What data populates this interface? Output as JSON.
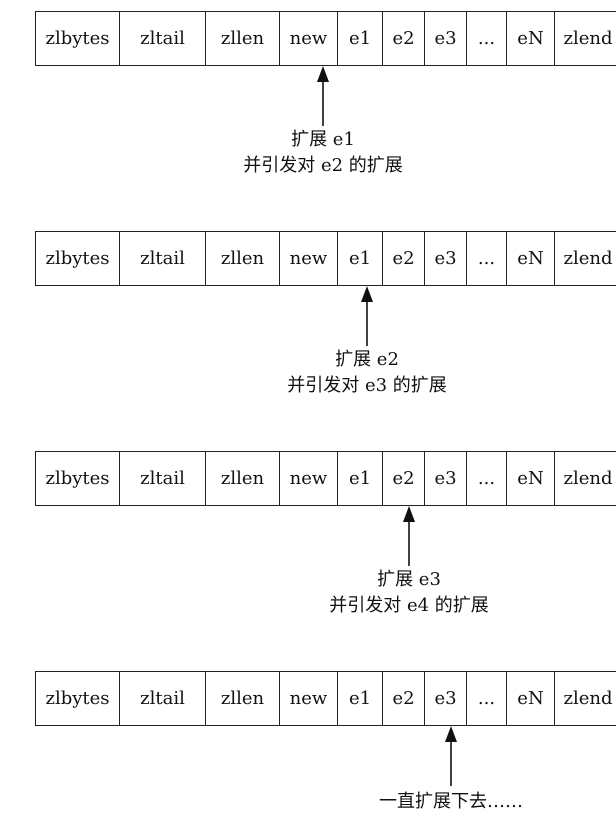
{
  "cells": [
    "zlbytes",
    "zltail",
    "zllen",
    "new",
    "e1",
    "e2",
    "e3",
    "...",
    "eN",
    "zlend"
  ],
  "steps": [
    {
      "line1": "扩展 e1",
      "line2": "并引发对 e2 的扩展"
    },
    {
      "line1": "扩展 e2",
      "line2": "并引发对 e3 的扩展"
    },
    {
      "line1": "扩展 e3",
      "line2": "并引发对 e4 的扩展"
    },
    {
      "line1": "一直扩展下去……",
      "line2": ""
    }
  ]
}
